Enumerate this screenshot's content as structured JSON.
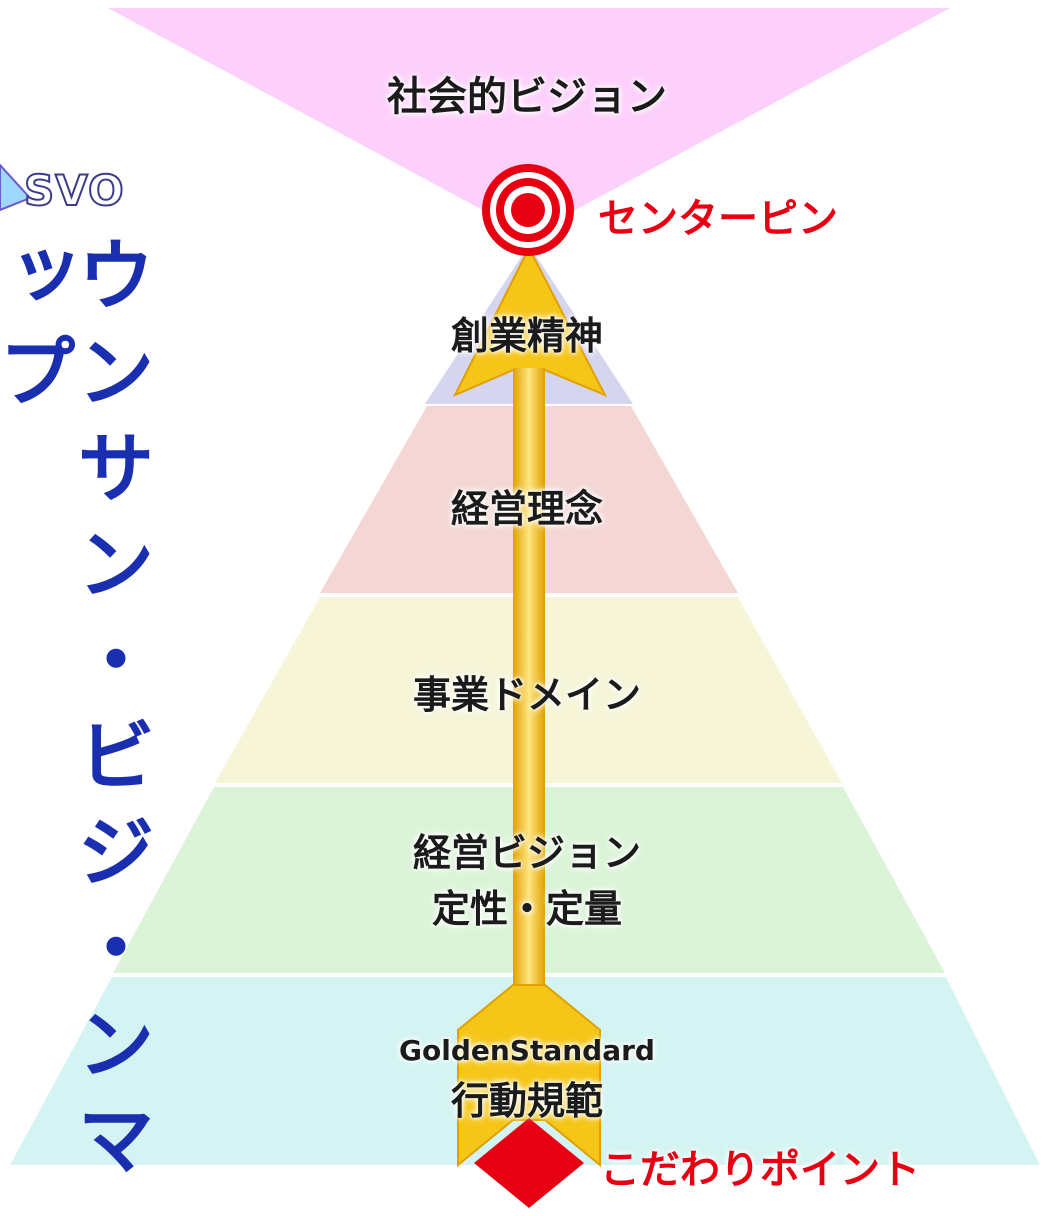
{
  "top_band": {
    "label": "社会的ビジョン"
  },
  "center_pin": {
    "label": "センターピン"
  },
  "pyramid_layers": [
    {
      "label": "創業精神"
    },
    {
      "label": "経営理念"
    },
    {
      "label": "事業ドメイン"
    },
    {
      "label": "経営ビジョン",
      "sublabel": "定性・定量"
    },
    {
      "label": "行動規範",
      "prefix": "GoldenStandard"
    }
  ],
  "bottom_point": {
    "label": "こだわりポイント"
  },
  "side": {
    "logo_text": "SVO",
    "vertical_text": "ウンサン・ビジ・ンマップ"
  },
  "colors": {
    "top_band": "#fdd0fb",
    "layer_1": "#d5d5f0",
    "layer_2": "#f4d6d4",
    "layer_3": "#f6f5d8",
    "layer_4": "#dbf4d7",
    "layer_5": "#d3f4f2",
    "arrow": "#f5c518",
    "accent_red": "#e60012",
    "vertical_text": "#1a2fb0"
  }
}
